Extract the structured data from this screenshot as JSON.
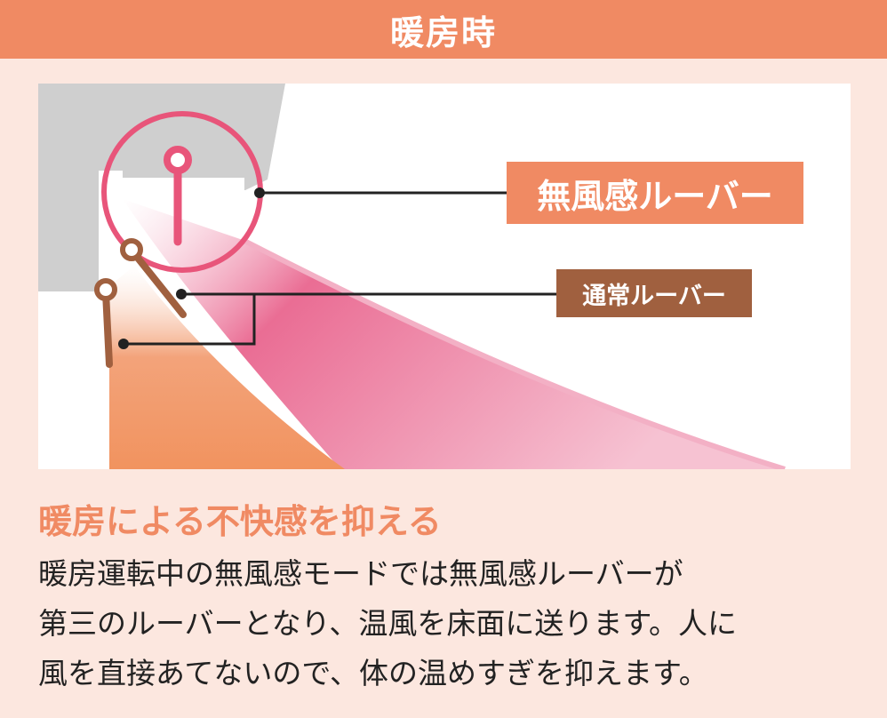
{
  "header": {
    "title": "暖房時"
  },
  "diagram": {
    "labels": {
      "mufuukan_louver": "無風感ルーバー",
      "normal_louver": "通常ルーバー"
    },
    "colors": {
      "accent": "#f08a63",
      "pink": "#e8557a",
      "brown": "#a0603f",
      "ceiling_gray": "#cfcfcf"
    }
  },
  "content": {
    "heading": "暖房による不快感を抑える",
    "body_lines": [
      "暖房運転中の無風感モードでは無風感ルーバーが",
      "第三のルーバーとなり、温風を床面に送ります。人に",
      "風を直接あてないので、体の温めすぎを抑えます。"
    ]
  }
}
